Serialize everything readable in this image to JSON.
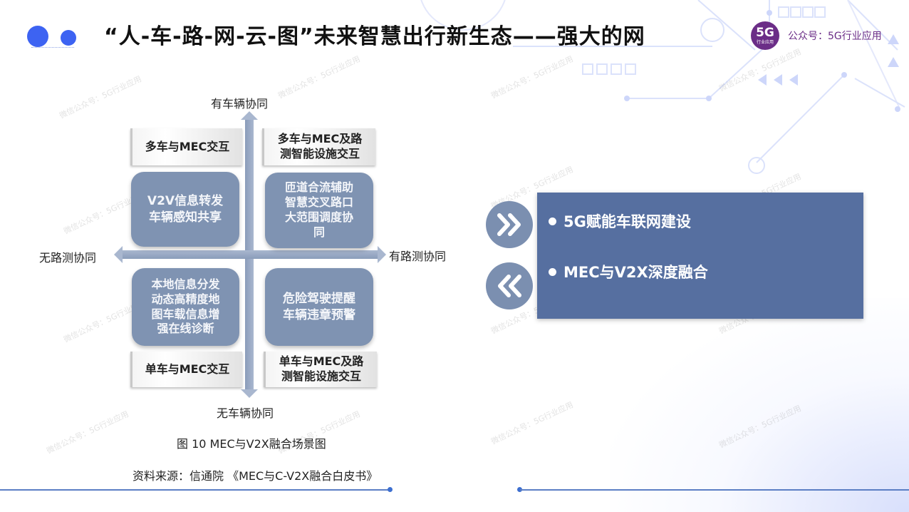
{
  "header": {
    "title": "“人-车-路-网-云-图”未来智慧出行新生态——强大的网",
    "brand_logo_big": "5G",
    "brand_logo_small": "行业应用",
    "brand_text": "公众号：5G行业应用"
  },
  "diagram": {
    "axis_labels": {
      "top": "有车辆协同",
      "bottom": "无车辆协同",
      "left": "无路测协同",
      "right": "有路测协同"
    },
    "quadrants": {
      "top_left": {
        "category": "多车与MEC交互",
        "scenarios": "V2V信息转发车辆感知共享",
        "scenario_lines": [
          "V2V信息转发",
          "车辆感知共享"
        ]
      },
      "top_right": {
        "category_lines": [
          "多车与MEC及路",
          "测智能设施交互"
        ],
        "scenario_lines": [
          "匝道合流辅助",
          "智慧交叉路口",
          "大范围调度协",
          "同"
        ]
      },
      "bottom_left": {
        "category": "单车与MEC交互",
        "scenario_lines": [
          "本地信息分发",
          "动态高精度地",
          "图车载信息增",
          "强在线诊断"
        ]
      },
      "bottom_right": {
        "category_lines": [
          "单车与MEC及路",
          "测智能设施交互"
        ],
        "scenario_lines": [
          "危险驾驶提醒",
          "车辆违章预警"
        ]
      }
    },
    "figure_caption": "图 10 MEC与V2X融合场景图",
    "source": "资料来源：信通院 《MEC与C-V2X融合白皮书》"
  },
  "panel": {
    "items": [
      {
        "label": "5G赋能车联网建设"
      },
      {
        "label": "MEC与V2X深度融合"
      }
    ],
    "next_icon": "double-chevron-right",
    "prev_icon": "double-chevron-left"
  },
  "watermark": "微信公众号：5G行业应用",
  "colors": {
    "accent_blue": "#3d63f2",
    "panel_blue": "#566fa0",
    "box_blue": "#7f93b2",
    "brand_purple": "#6b2d87"
  }
}
